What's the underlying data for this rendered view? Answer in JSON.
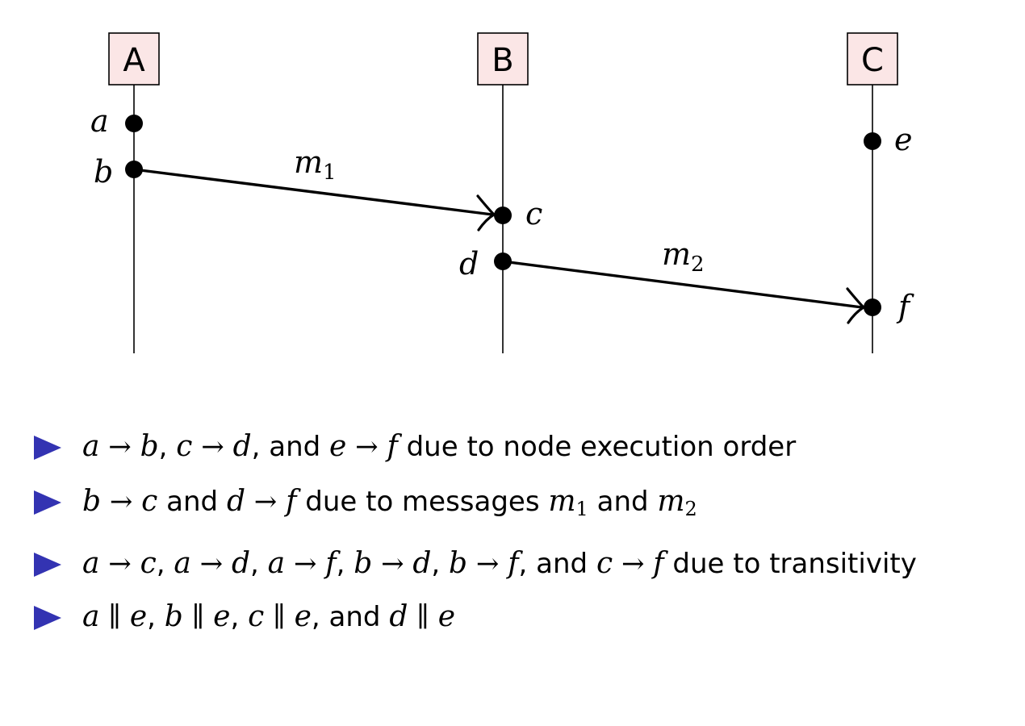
{
  "nodes": [
    {
      "label": "A"
    },
    {
      "label": "B"
    },
    {
      "label": "C"
    }
  ],
  "events": {
    "a": "a",
    "b": "b",
    "c": "c",
    "d": "d",
    "e": "e",
    "f": "f"
  },
  "messages": {
    "m1": {
      "base": "m",
      "sub": "1"
    },
    "m2": {
      "base": "m",
      "sub": "2"
    }
  },
  "symbols": {
    "arrow": "→",
    "parallel": "∥"
  },
  "text": {
    "comma": ",",
    "and": "and",
    "execution_order": "due to node execution order",
    "messages_prefix": "due to messages",
    "due_to": "due to",
    "transitivity": "transitivity"
  },
  "colors": {
    "bullet": "#3333b2",
    "node_fill": "#fbe6e6"
  }
}
